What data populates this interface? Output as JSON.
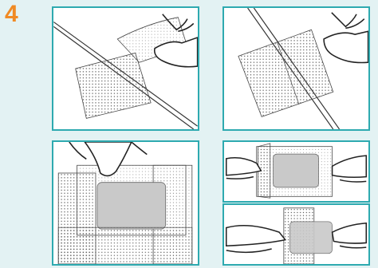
{
  "step": {
    "number": "4"
  },
  "colors": {
    "accent_orange": "#f08a24",
    "panel_border": "#2eaab0",
    "background": "#e3f2f3",
    "gel_pad": "#c9c9c9",
    "line_art": "#333333"
  },
  "panels": [
    {
      "id": "panel-1",
      "content": "dressing-applied-over-line-hand-peeling"
    },
    {
      "id": "panel-2",
      "content": "dressing-folded-over-line-hand-holding"
    },
    {
      "id": "panel-3",
      "content": "hand-pressing-layered-dressings"
    },
    {
      "id": "panel-4",
      "content": "two-hands-removing-liner-from-pad"
    },
    {
      "id": "panel-5",
      "content": "two-hands-placing-pad-strip"
    }
  ]
}
